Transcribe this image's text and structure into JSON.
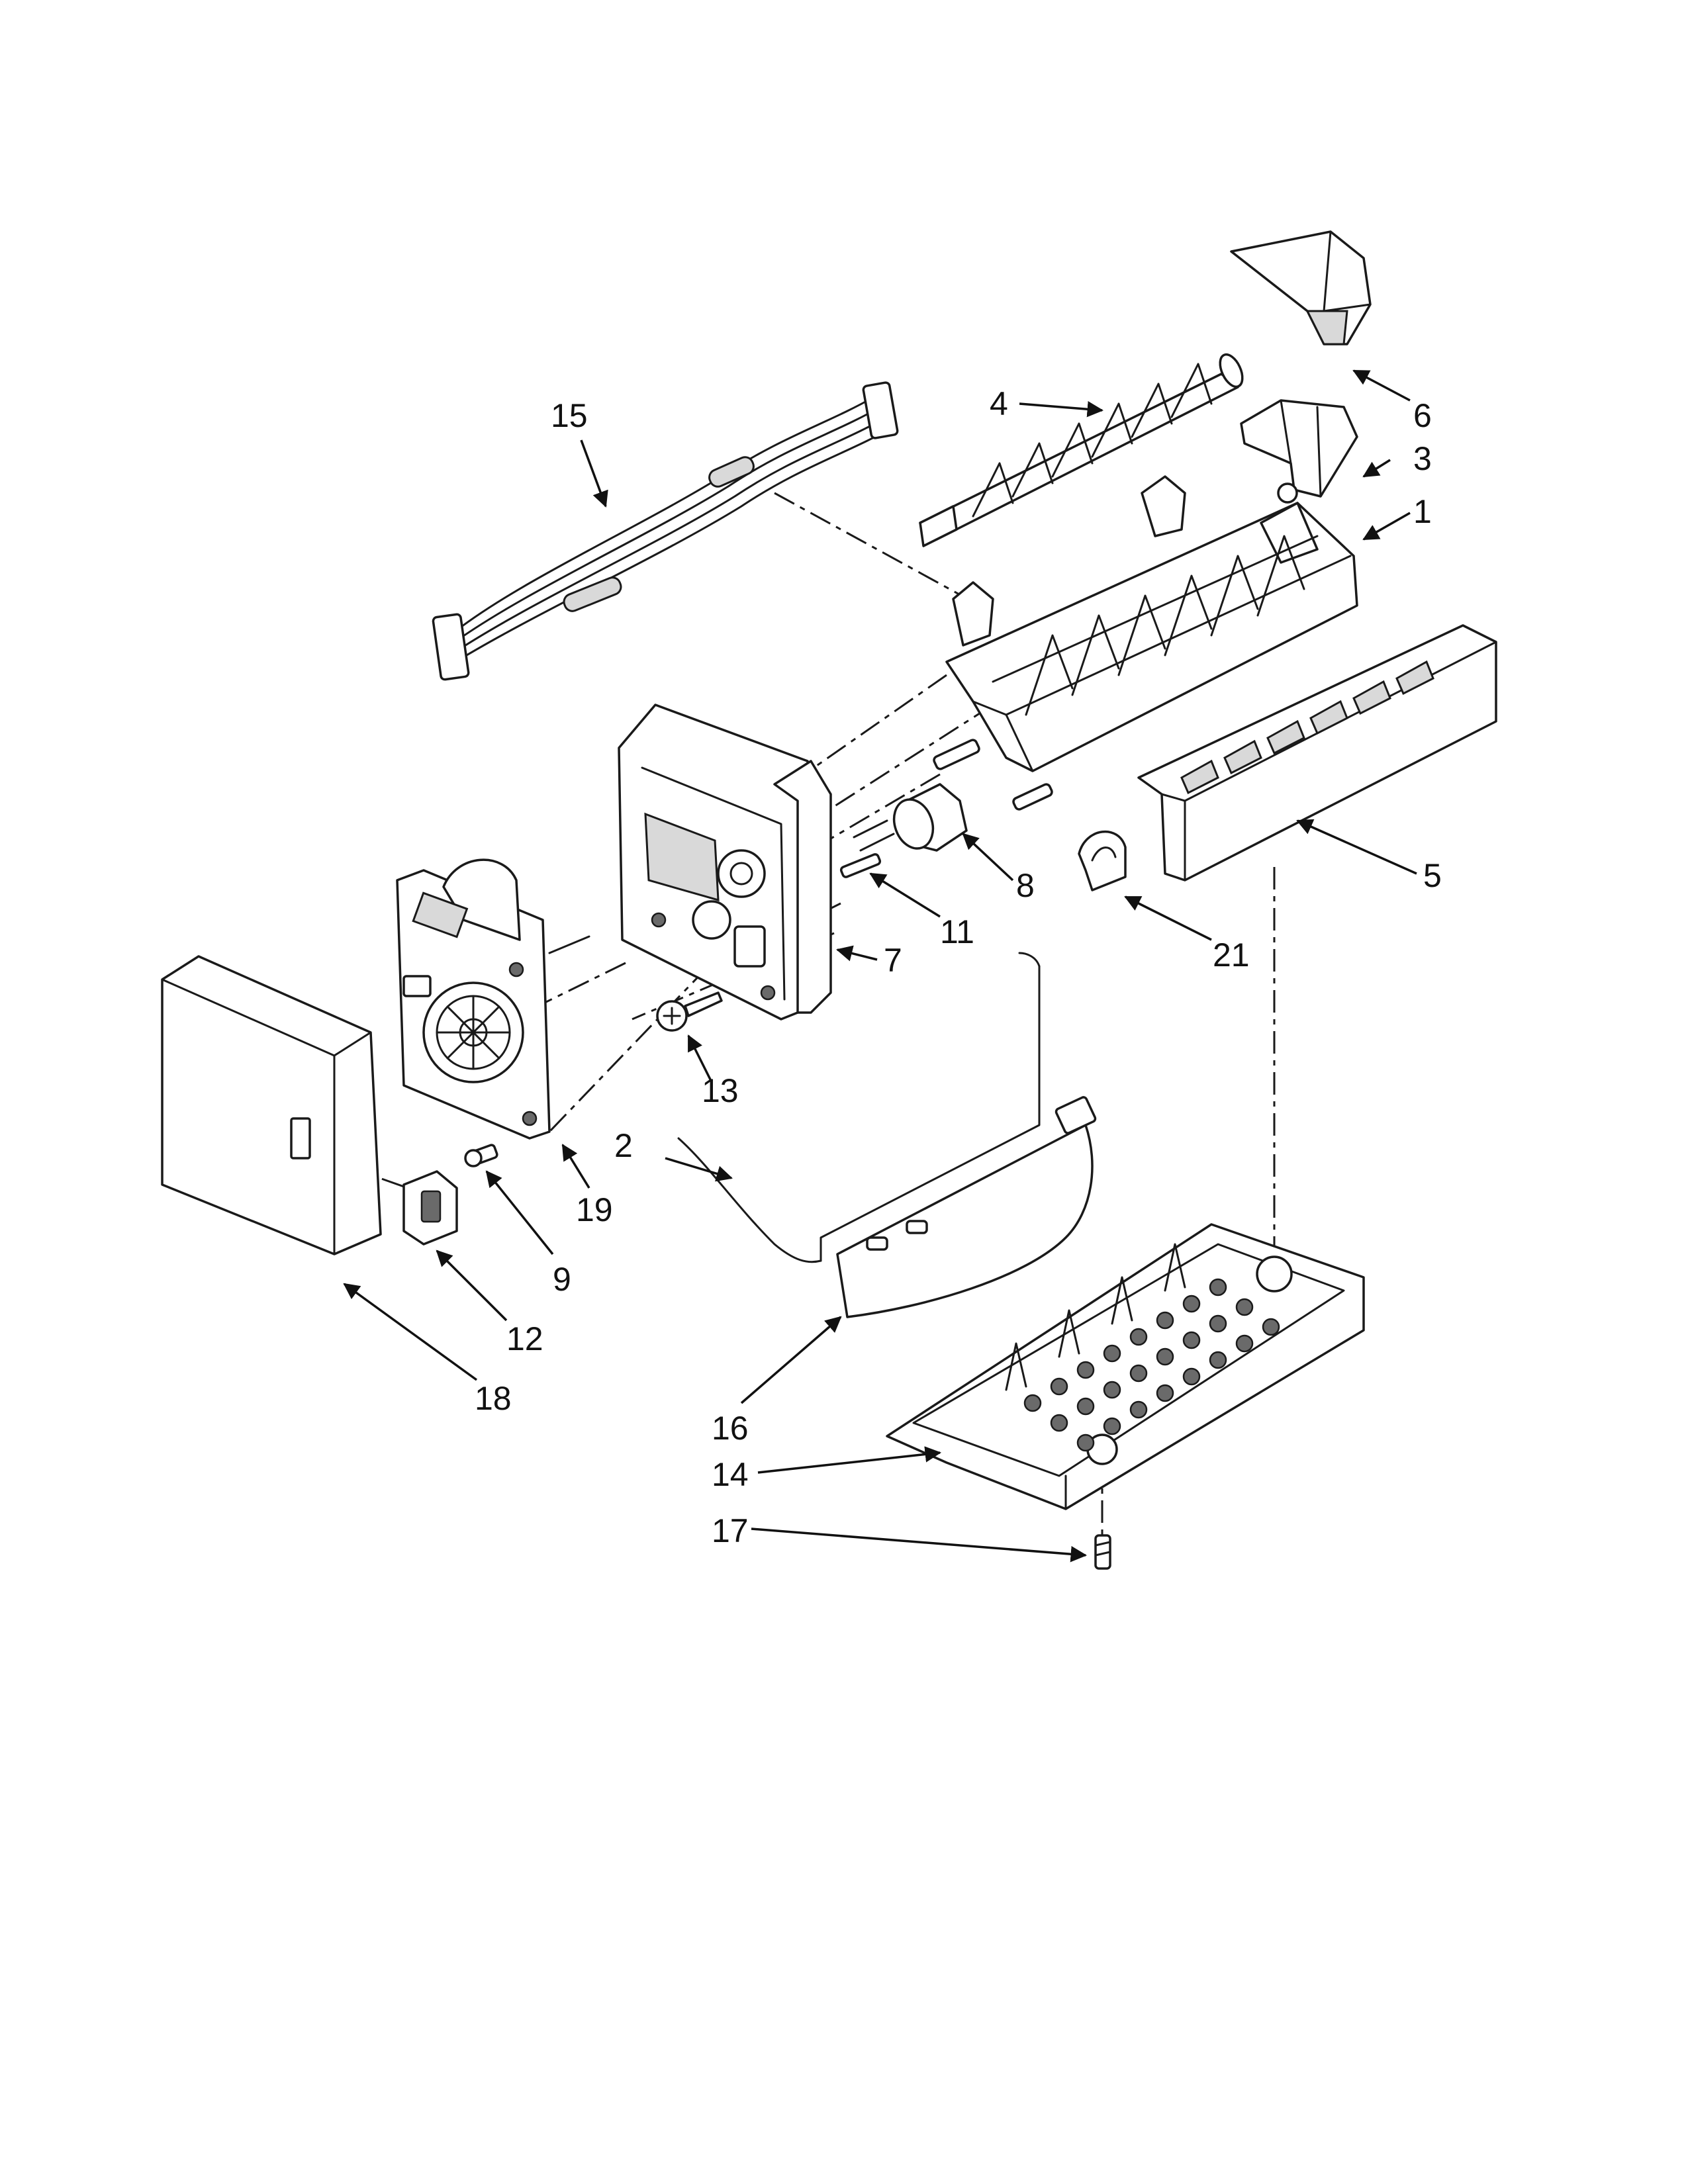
{
  "callouts": [
    {
      "id": "1",
      "part": "ice-mold"
    },
    {
      "id": "2",
      "part": "shut-off-arm"
    },
    {
      "id": "3",
      "part": "fill-cup"
    },
    {
      "id": "4",
      "part": "ejector"
    },
    {
      "id": "5",
      "part": "stripper"
    },
    {
      "id": "6",
      "part": "fill-cup-funnel"
    },
    {
      "id": "7",
      "part": "module-housing"
    },
    {
      "id": "8",
      "part": "thermostat"
    },
    {
      "id": "9",
      "part": "screw"
    },
    {
      "id": "11",
      "part": "pin"
    },
    {
      "id": "12",
      "part": "switch"
    },
    {
      "id": "13",
      "part": "screw"
    },
    {
      "id": "14",
      "part": "ice-rake-tray"
    },
    {
      "id": "15",
      "part": "wire-harness"
    },
    {
      "id": "16",
      "part": "shut-off-bail"
    },
    {
      "id": "17",
      "part": "screw"
    },
    {
      "id": "18",
      "part": "cover"
    },
    {
      "id": "19",
      "part": "motor-module"
    },
    {
      "id": "21",
      "part": "clip"
    }
  ],
  "colors": {
    "ink": "#1a1a1a",
    "paper": "#ffffff",
    "shade": "#d9d9d9"
  }
}
